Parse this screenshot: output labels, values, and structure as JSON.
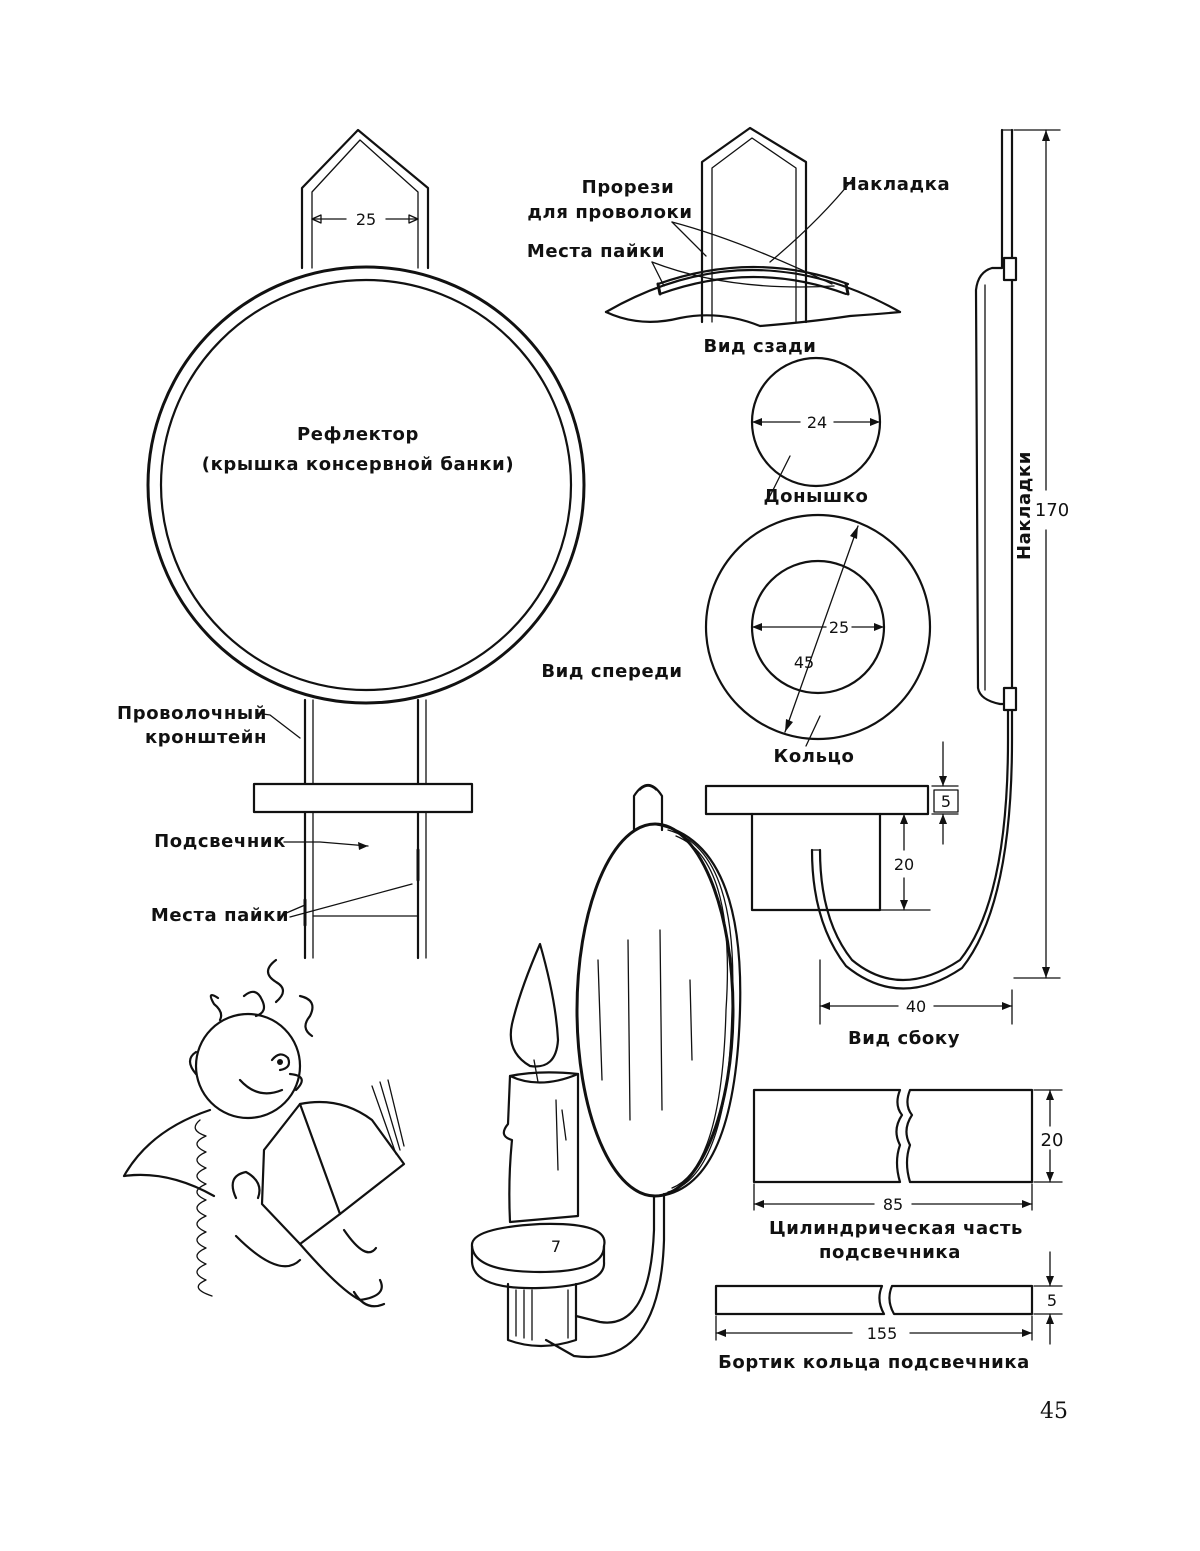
{
  "front_view": {
    "title": "Вид спереди",
    "reflector_line1": "Рефлектор",
    "reflector_line2": "(крышка консервной банки)",
    "wire_width": "25",
    "bracket_line1": "Проволочный",
    "bracket_line2": "кронштейн",
    "candleholder": "Подсвечник",
    "solder_points": "Места пайки"
  },
  "rear_view": {
    "title": "Вид сзади",
    "slots_line1": "Прорези",
    "slots_line2": "для проволоки",
    "overlay": "Накладка",
    "solder_points": "Места пайки"
  },
  "bottom_disc": {
    "label": "Донышко",
    "diameter": "24"
  },
  "ring": {
    "label": "Кольцо",
    "inner_diameter": "25",
    "outer_diameter": "45"
  },
  "side_view": {
    "title": "Вид сбоку",
    "overlays": "Накладки",
    "height": "170",
    "depth": "40",
    "rim_height": "5",
    "cylinder_height": "20"
  },
  "cylinder_part": {
    "line1": "Цилиндрическая часть",
    "line2": "подсвечника",
    "length": "85",
    "height": "20"
  },
  "ring_rim": {
    "label": "Бортик кольца подсвечника",
    "length": "155",
    "height": "5"
  },
  "assembled": {
    "candle_mark": "7"
  },
  "page_number": "45"
}
